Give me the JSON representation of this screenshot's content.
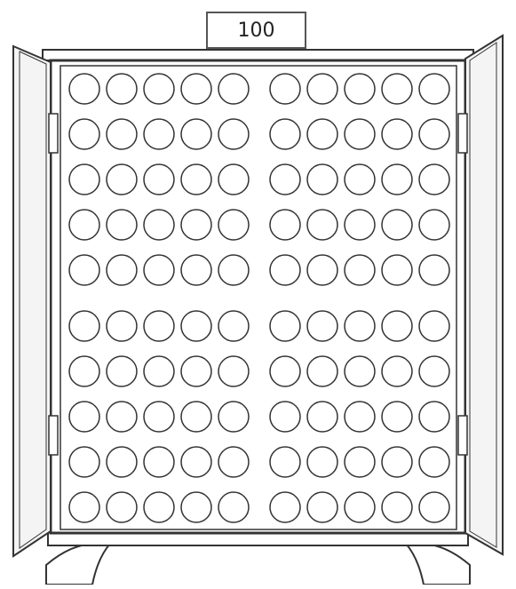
{
  "count_label": "100",
  "grid": {
    "rows": 10,
    "columns": 10,
    "column_groups": [
      5,
      5
    ],
    "row_groups": [
      5,
      5
    ]
  },
  "colors": {
    "outline": "#333333",
    "fill": "#ffffff",
    "door_panel": "#f4f4f4"
  }
}
